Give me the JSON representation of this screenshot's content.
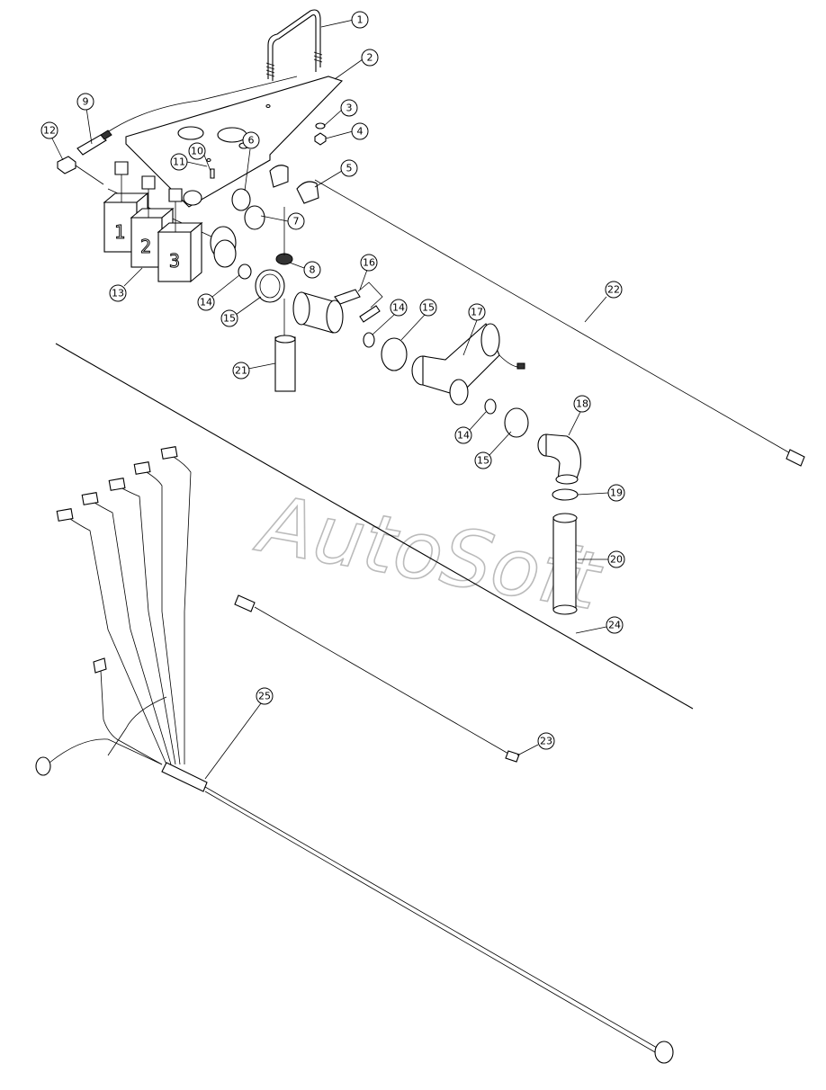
{
  "watermark": "AutoSoft",
  "box_labels": [
    "1",
    "2",
    "3"
  ],
  "callouts": [
    "1",
    "2",
    "3",
    "4",
    "5",
    "6",
    "7",
    "8",
    "9",
    "10",
    "11",
    "12",
    "13",
    "14",
    "15",
    "16",
    "17",
    "14",
    "15",
    "18",
    "19",
    "20",
    "21",
    "22",
    "23",
    "24",
    "25",
    "14",
    "15"
  ]
}
